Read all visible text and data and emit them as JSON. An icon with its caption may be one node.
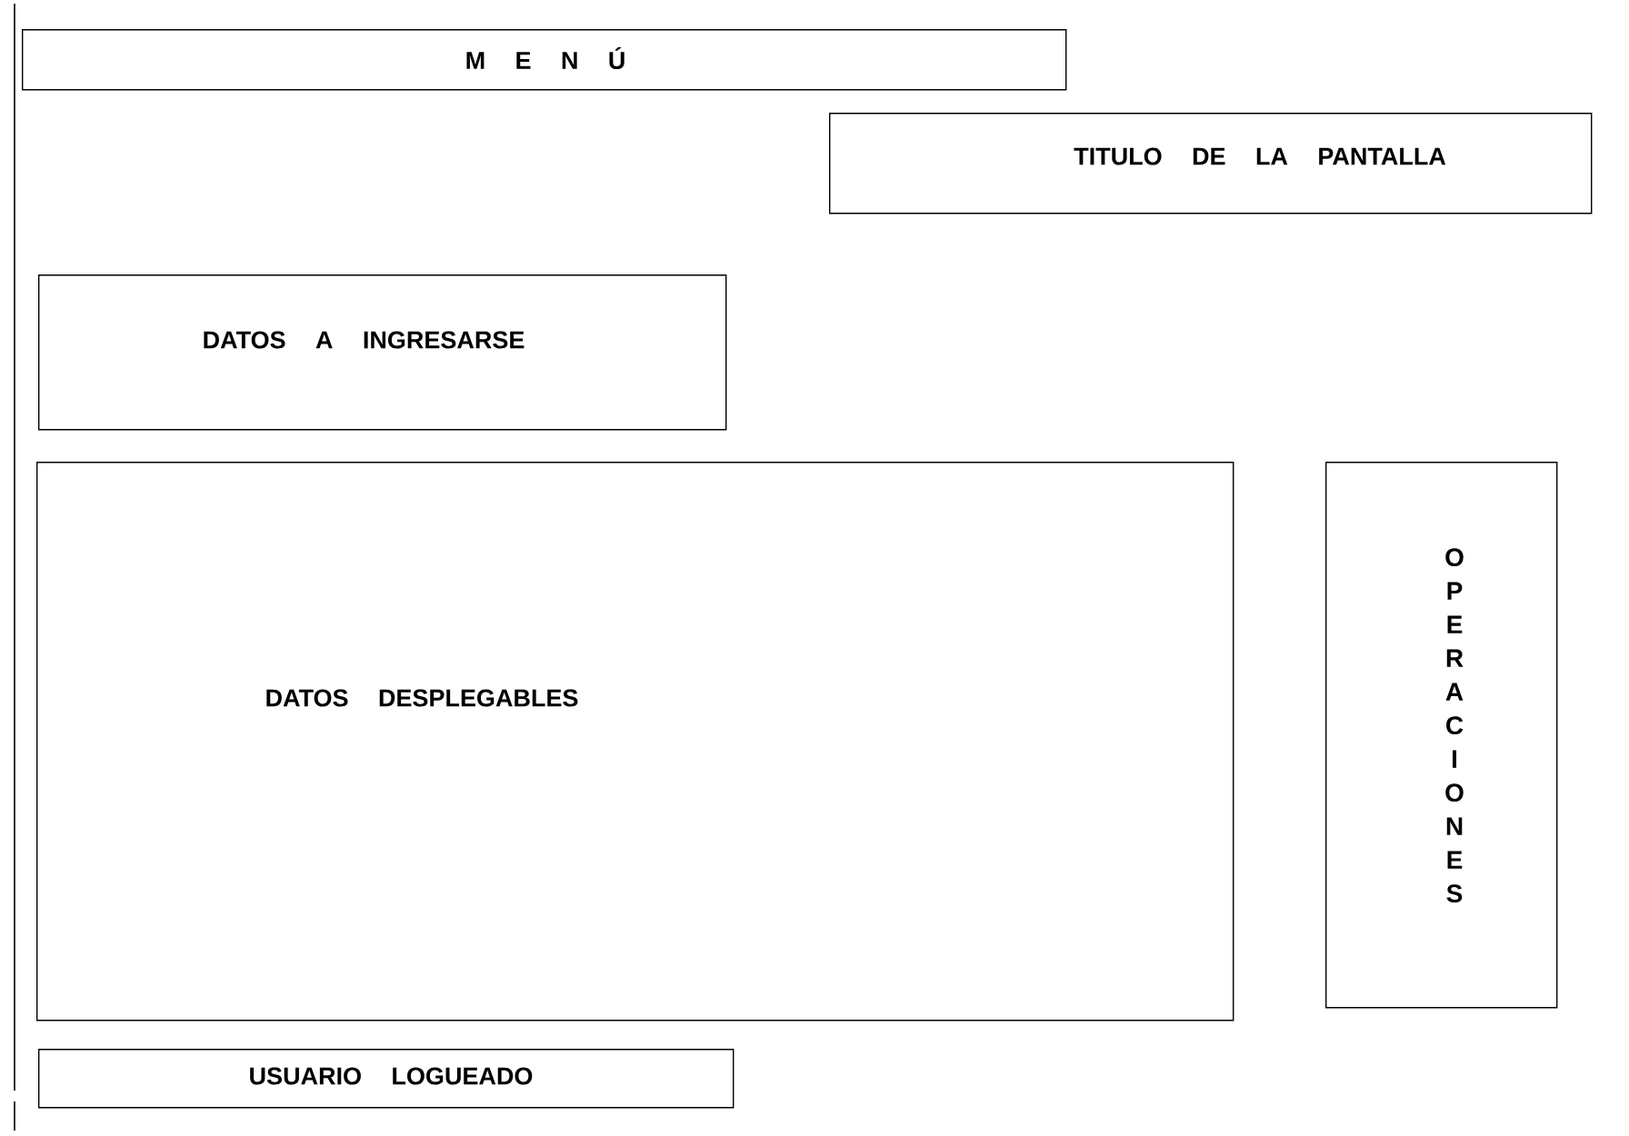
{
  "diagram": {
    "nodes": [
      {
        "text": [
          "M E N Ú"
        ]
      },
      {
        "text": [
          "TITULO DE LA PANTALLA"
        ]
      },
      {
        "text": [
          "DATOS A INGRESARSE"
        ]
      },
      {
        "text": [
          "DATOS DESPLEGABLES"
        ]
      },
      {
        "text": [
          "OPERACIONES"
        ]
      },
      {
        "text": [
          "USUARIO LOGUEADO"
        ]
      }
    ]
  }
}
